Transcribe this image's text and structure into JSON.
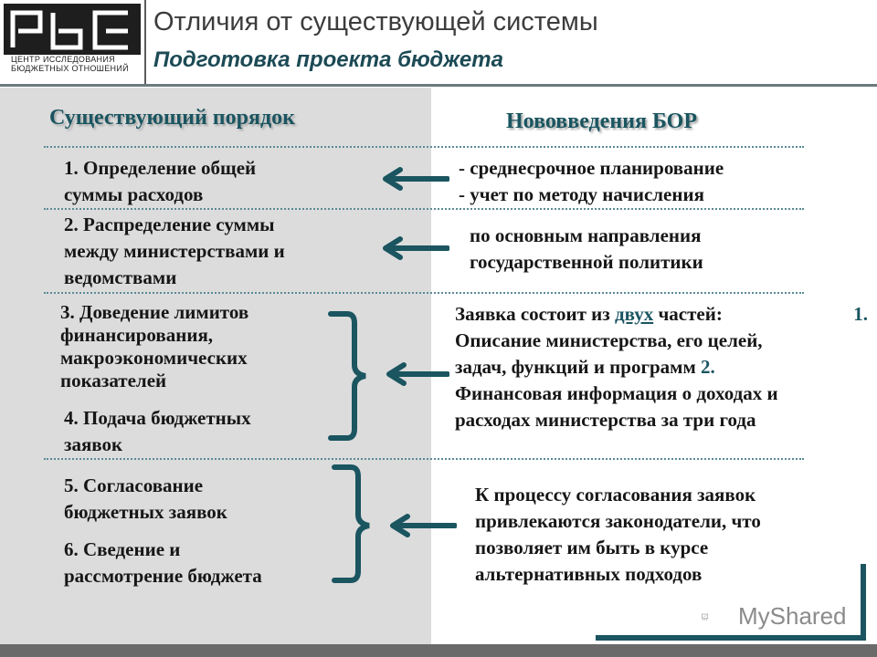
{
  "header": {
    "logo_caption_line1": "ЦЕНТР ИССЛЕДОВАНИЯ",
    "logo_caption_line2": "БЮДЖЕТНЫХ ОТНОШЕНИЙ",
    "title": "Отличия от существующей системы",
    "subtitle": "Подготовка проекта бюджета"
  },
  "left": {
    "heading": "Существующий порядок",
    "items": [
      {
        "line1": "1. Определение общей",
        "line2": "суммы расходов"
      },
      {
        "line1": "2. Распределение суммы",
        "line2": "между министерствами и",
        "line3": "ведомствами"
      },
      {
        "line1": "3. Доведение лимитов",
        "line2": "финансирования,",
        "line3": "макроэкономических",
        "line4": "показателей"
      },
      {
        "line1": "4. Подача бюджетных",
        "line2": "заявок"
      },
      {
        "line1": "5. Согласование",
        "line2": "бюджетных заявок"
      },
      {
        "line1": "6. Сведение и",
        "line2": "рассмотрение бюджета"
      }
    ]
  },
  "right": {
    "heading": "Нововведения БОР",
    "block1": {
      "line1": "- среднесрочное планирование",
      "line2": "- учет по методу начисления"
    },
    "block2": {
      "line1": "по основным направления",
      "line2": "государственной политики"
    },
    "block3": {
      "l1_a": "Заявка состоит из ",
      "l1_link": "двух",
      "l1_b": " частей:",
      "l1_num": "1.",
      "l2": "Описание министерства, его целей,",
      "l3_a": "задач, функций и программ ",
      "l3_num": "2.",
      "l4": "Финансовая информация о доходах и",
      "l5": "расходах министерства за три года"
    },
    "block4": {
      "line1": "К процессу согласования заявок",
      "line2": "привлекаются законодатели, что",
      "line3": "позволяет им быть в курсе",
      "line4": "альтернативных подходов"
    }
  },
  "watermark": {
    "text": "MyShared"
  },
  "colors": {
    "accent": "#1a5560",
    "panel": "#dcdcdc",
    "arrow": "#1a5560"
  }
}
